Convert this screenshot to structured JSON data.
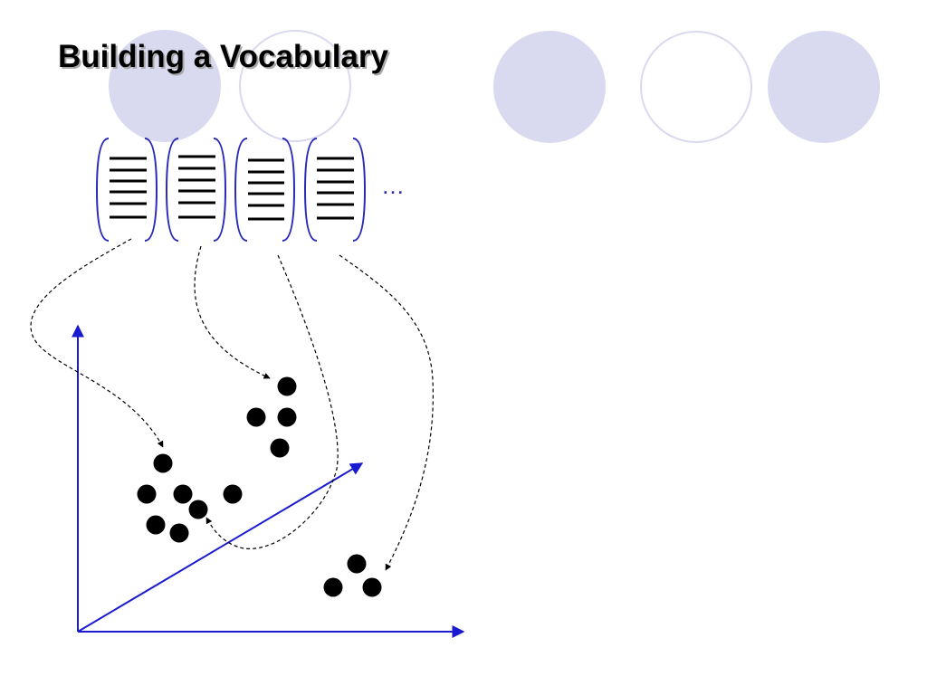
{
  "slide": {
    "title": "Building a Vocabulary",
    "ellipsis": "…"
  },
  "colors": {
    "circle_fill": "#d9d9ef",
    "circle_stroke": "#d9d9ef",
    "axis": "#1a1ad0",
    "bracket": "#2a2ab8",
    "ink": "#000000"
  },
  "icons": {
    "document": "document-icon",
    "cluster_point": "filled-dot",
    "arrow": "dashed-curved-arrow"
  }
}
